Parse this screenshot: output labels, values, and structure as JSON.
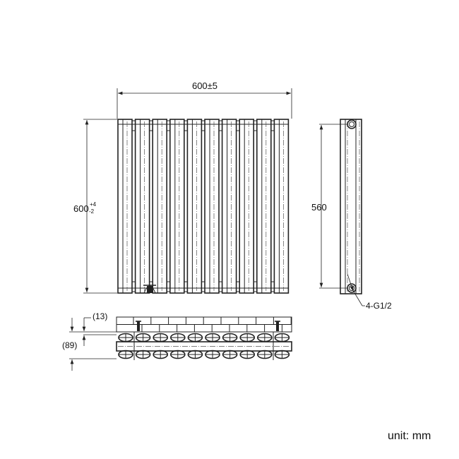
{
  "front_view": {
    "width_dim": "600±5",
    "height_dim": "600",
    "height_tol_upper": "+4",
    "height_tol_lower": "-2"
  },
  "side_view": {
    "centers_dim": "560",
    "connection_label": "4-G1/2"
  },
  "plan_view": {
    "wall_gap_dim": "(13)",
    "depth_dim": "(89)"
  },
  "unit_label": "unit: mm"
}
